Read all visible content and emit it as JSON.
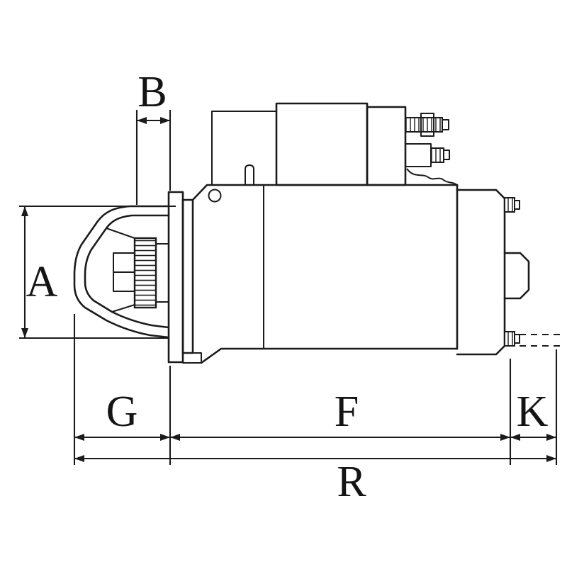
{
  "canvas": {
    "background": "#ffffff",
    "line_color": "#1b1b1b",
    "description": "Technical dimensional line drawing of a starter motor, side view, with chained dimension callouts"
  },
  "labels": {
    "a": "A",
    "b": "B",
    "g": "G",
    "f": "F",
    "k": "K",
    "r": "R"
  }
}
